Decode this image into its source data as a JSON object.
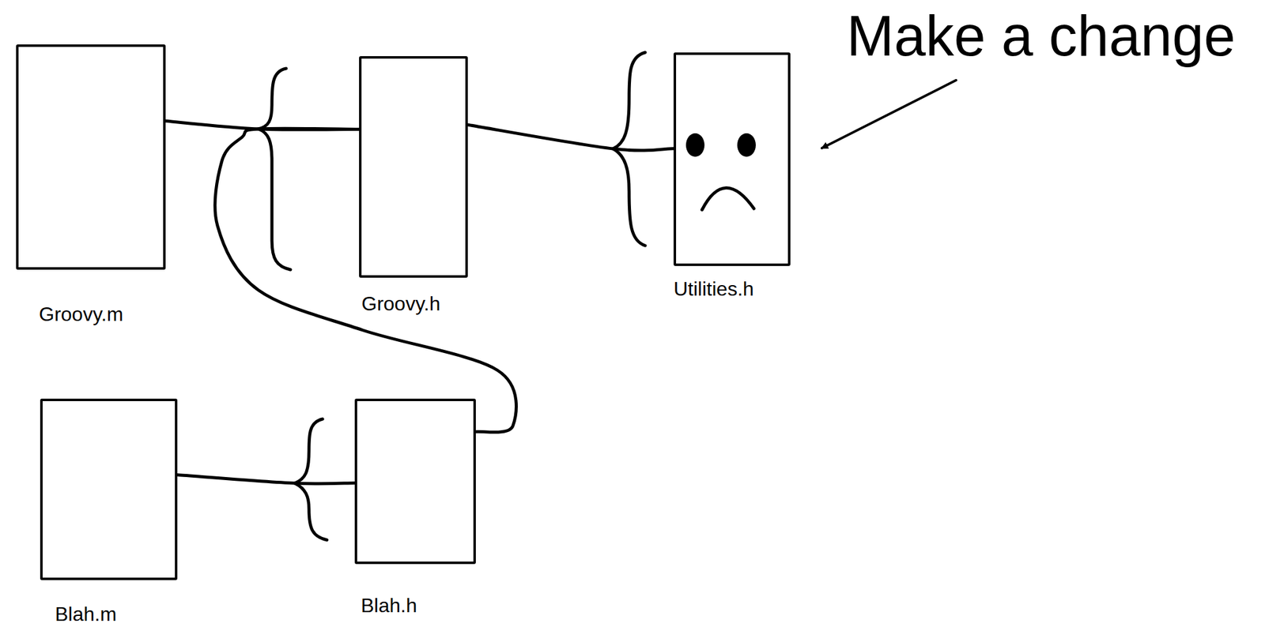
{
  "diagram": {
    "nodes": [
      {
        "text": [
          "Groovy.m"
        ]
      },
      {
        "text": [
          "Groovy.h"
        ]
      },
      {
        "text": [
          "Utilities.h"
        ]
      },
      {
        "text": [
          "Blah.m"
        ]
      },
      {
        "text": [
          "Blah.h"
        ]
      }
    ],
    "edges": [
      {
        "from": 0,
        "to": 1,
        "arrow": "none"
      },
      {
        "from": 1,
        "to": 2,
        "arrow": "none"
      },
      {
        "from": 3,
        "to": 4,
        "arrow": "none"
      },
      {
        "from": 4,
        "to": 1,
        "arrow": "none"
      }
    ],
    "labels": [
      "Make a change"
    ]
  }
}
